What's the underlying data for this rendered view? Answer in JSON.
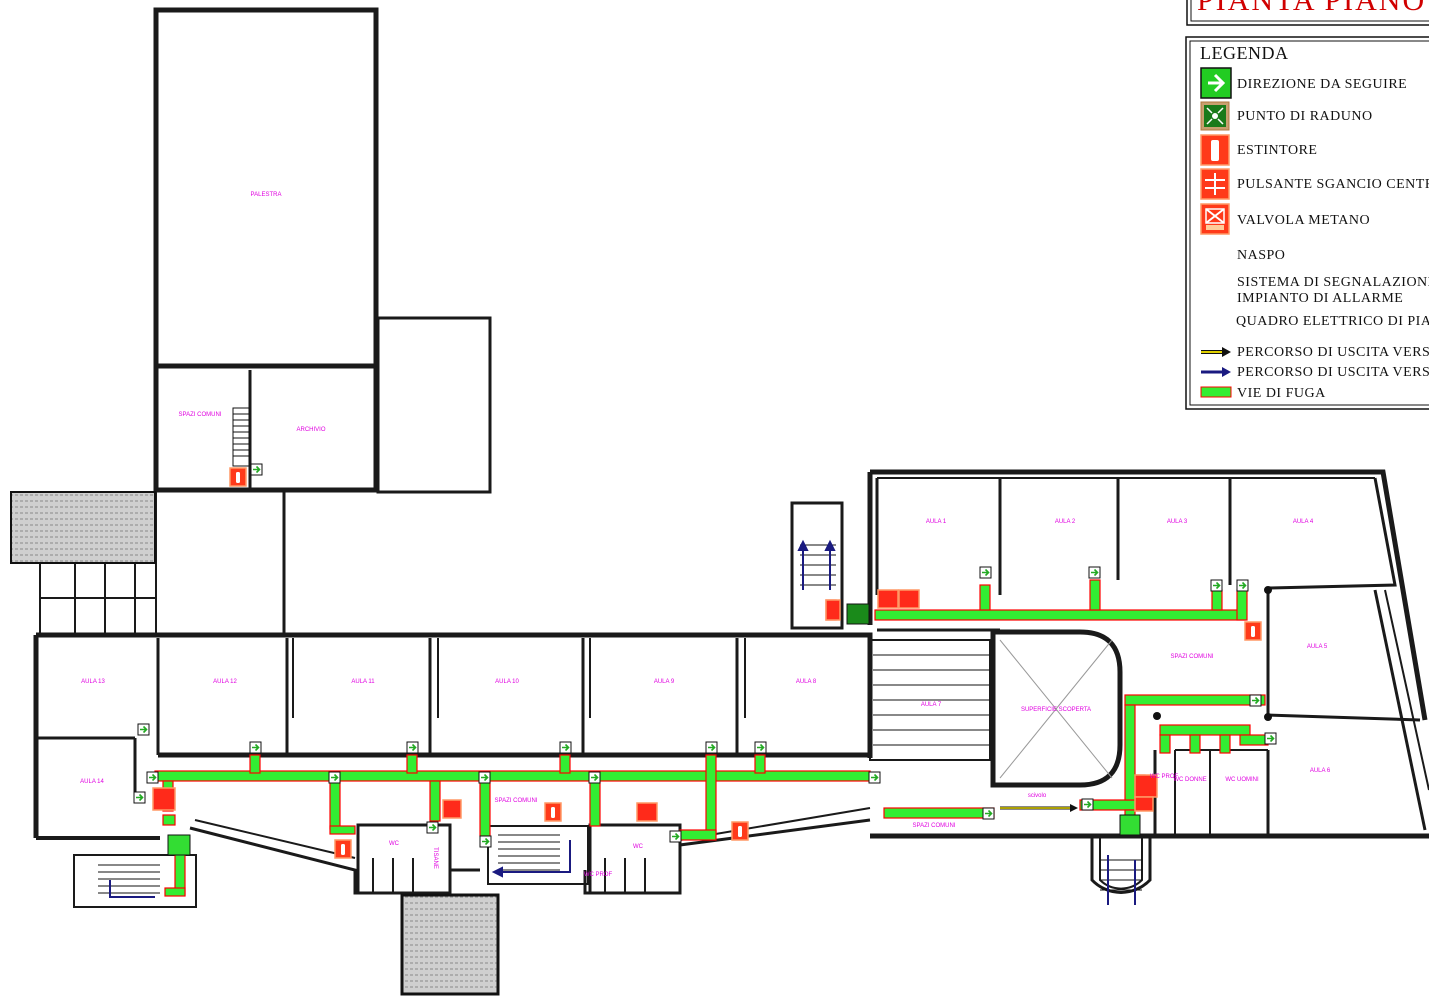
{
  "title": "PIANTA PIANO",
  "legend": {
    "title": "LEGENDA",
    "items": [
      {
        "icon": "direction-arrow-icon",
        "label": "DIREZIONE DA SEGUIRE"
      },
      {
        "icon": "assembly-point-icon",
        "label": "PUNTO DI RADUNO"
      },
      {
        "icon": "fire-extinguisher-icon",
        "label": "ESTINTORE"
      },
      {
        "icon": "power-cutoff-button-icon",
        "label": "PULSANTE SGANCIO CENTR"
      },
      {
        "icon": "gas-valve-icon",
        "label": "VALVOLA METANO"
      },
      {
        "icon": "",
        "label": "NASPO"
      },
      {
        "icon": "",
        "label": "SISTEMA DI SEGNALAZIONE"
      },
      {
        "icon": "",
        "label": "IMPIANTO DI ALLARME"
      },
      {
        "icon": "",
        "label": "QUADRO ELETTRICO DI PIA"
      },
      {
        "icon": "yellow-route-arrow-icon",
        "label": "PERCORSO DI USCITA VERS"
      },
      {
        "icon": "blue-route-arrow-icon",
        "label": "PERCORSO DI USCITA VERS"
      },
      {
        "icon": "escape-route-bar-icon",
        "label": "VIE DI FUGA"
      }
    ]
  },
  "rooms": {
    "palestra": "PALESTRA",
    "spazi_comuni_top": "SPAZI COMUNI",
    "archivio": "ARCHIVIO",
    "aula1": "AULA 1",
    "aula2": "AULA 2",
    "aula3": "AULA 3",
    "aula4": "AULA 4",
    "aula5": "AULA 5",
    "aula6": "AULA 6",
    "aula7": "AULA 7",
    "aula8": "AULA 8",
    "aula9": "AULA 9",
    "aula10": "AULA 10",
    "aula11": "AULA 11",
    "aula12": "AULA 12",
    "aula13": "AULA 13",
    "aula14": "AULA 14",
    "spazi_comuni_right": "SPAZI COMUNI",
    "superficie_scoperta": "SUPERFICIE SCOPERTA",
    "spazi_comuni_mid": "SPAZI COMUNI",
    "spazi_comuni_bottom": "SPAZI COMUNI",
    "wc1": "WC",
    "wc2": "WC",
    "wc_prof": "WC PROF",
    "wc_prof2": "WC PROF",
    "wc_donne": "WC DONNE",
    "wc_uomini": "WC UOMINI",
    "scivolo": "scivolo",
    "tisanerie": "TISANE"
  },
  "colors": {
    "wall": "#1a1a1a",
    "escape_route": "#33ee33",
    "escape_border": "#ff0000",
    "label": "#e000e0",
    "title": "#d00000",
    "sign_red": "#ff2a1a",
    "blue_route": "#1a1a80",
    "yellow_route": "#e0d000"
  }
}
